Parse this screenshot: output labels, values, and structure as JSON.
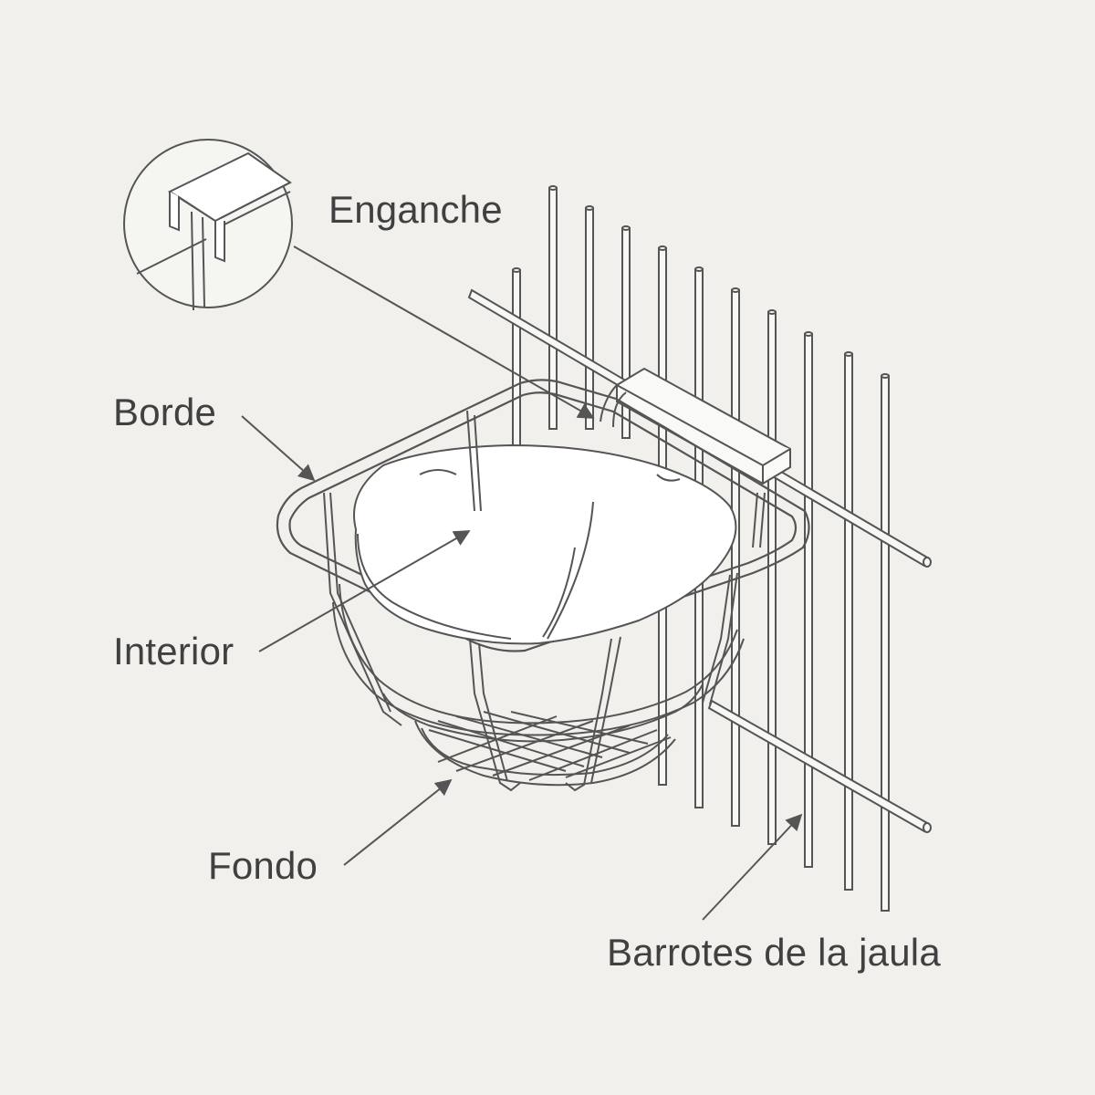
{
  "labels": {
    "enganche": "Enganche",
    "borde": "Borde",
    "interior": "Interior",
    "fondo": "Fondo",
    "barrotes": "Barrotes de la jaula"
  },
  "colors": {
    "background": "#f1f0ec",
    "line": "#555555",
    "label_text": "#404040",
    "fill": "#ffffff"
  },
  "icons": {
    "detail_inset": "hook-detail-icon",
    "arrow": "arrow-icon"
  }
}
